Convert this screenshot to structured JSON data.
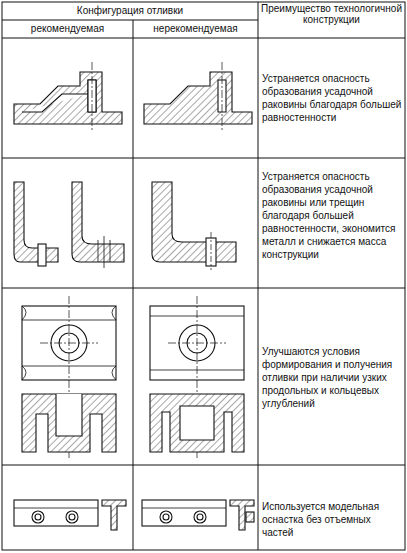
{
  "diagram": {
    "labels": [
      "Конфигурация отливки",
      "рекомендуемая",
      "нерекомендуемая",
      "Преимущество технологичной конструкции",
      "Устраняется опасность образования усадочной раковины благодаря большей равностенности",
      "Устраняется опасность образования усадочной раковины или трещин благодаря большей равностенности, экономится металл и снижается масса конструкции",
      "Улучшаются условия формирования и получения отливки при наличии узких продольных и кольцевых углублений",
      "Используется модельная оснастка без отъемных частей"
    ]
  }
}
